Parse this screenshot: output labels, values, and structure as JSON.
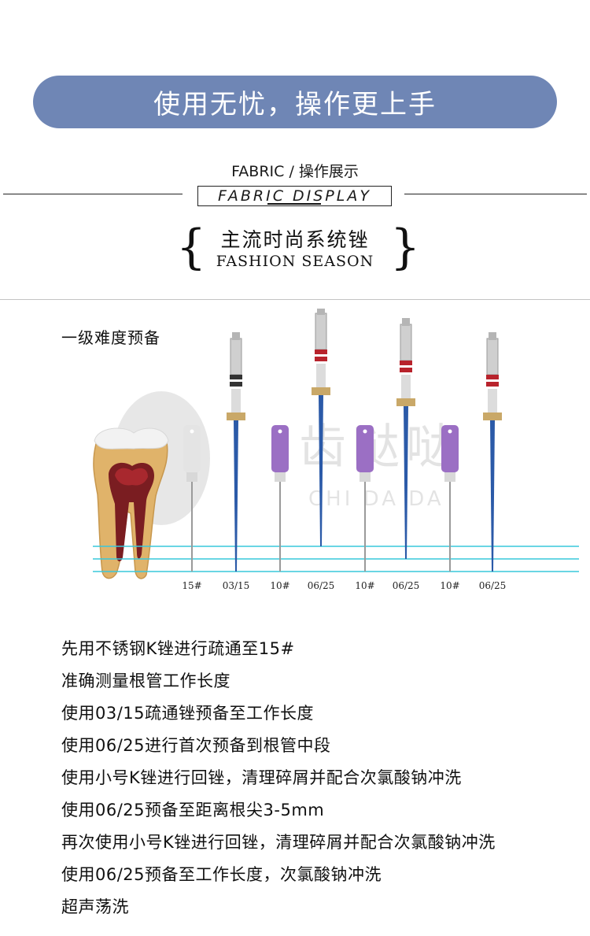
{
  "banner": {
    "text": "使用无忧，操作更上手"
  },
  "section": {
    "subtitle": "FABRIC / 操作展示",
    "display_label": "FABRIC DISPLAY",
    "season_cn": "主流时尚系统锉",
    "season_en": "FASHION SEASON",
    "brace_left": "{",
    "brace_right": "}"
  },
  "diagram": {
    "level_label": "一级难度预备",
    "watermark_cn": "齿哒哒",
    "watermark_en": "CHI DA DA",
    "files": [
      {
        "label": "15#",
        "type": "k-file",
        "handle_color": "#e4e4e4"
      },
      {
        "label": "03/15",
        "type": "rotary",
        "band_color": "#333333"
      },
      {
        "label": "10#",
        "type": "k-file",
        "handle_color": "#9b6fc4"
      },
      {
        "label": "06/25",
        "type": "rotary",
        "band_color": "#b8232c"
      },
      {
        "label": "10#",
        "type": "k-file",
        "handle_color": "#9b6fc4"
      },
      {
        "label": "06/25",
        "type": "rotary",
        "band_color": "#b8232c"
      },
      {
        "label": "10#",
        "type": "k-file",
        "handle_color": "#9b6fc4"
      },
      {
        "label": "06/25",
        "type": "rotary",
        "band_color": "#b8232c"
      }
    ],
    "depth_line_color": "#39c8dc"
  },
  "steps": [
    "先用不锈钢K锉进行疏通至15#",
    "准确测量根管工作长度",
    "使用03/15疏通锉预备至工作长度",
    "使用06/25进行首次预备到根管中段",
    "使用小号K锉进行回锉，清理碎屑并配合次氯酸钠冲洗",
    "使用06/25预备至距离根尖3-5mm",
    "再次使用小号K锉进行回锉，清理碎屑并配合次氯酸钠冲洗",
    "使用06/25预备至工作长度，次氯酸钠冲洗",
    "超声荡洗"
  ]
}
